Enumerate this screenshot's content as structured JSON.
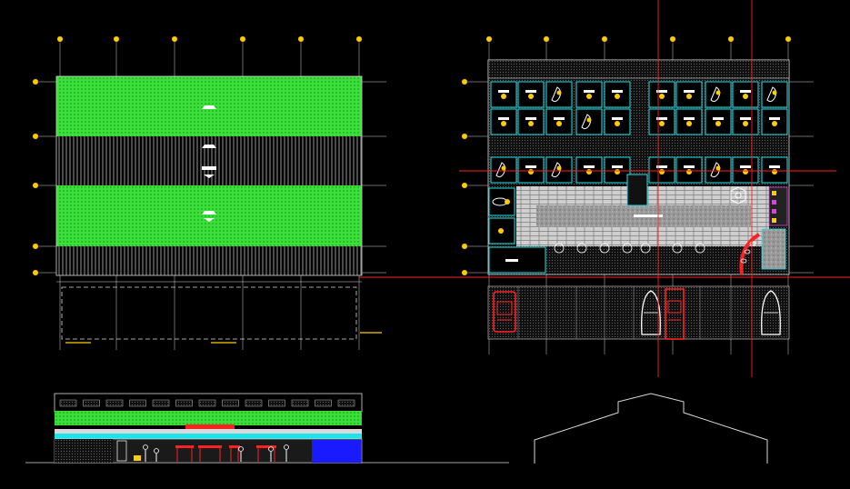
{
  "drawing": {
    "background": "#000000",
    "colors": {
      "line": "#d9d9d9",
      "roof": "#3adf3a",
      "cyan": "#1fe3ea",
      "red": "#ff2020",
      "blue": "#1a1aff",
      "yellow": "#ffcc00",
      "magenta": "#e040e0"
    },
    "left_plan_grid_labels": [
      "",
      "",
      "",
      "",
      "",
      ""
    ],
    "right_plan_grid_labels": [
      "",
      "",
      "",
      "",
      "",
      ""
    ],
    "row_labels": [
      "",
      "",
      "",
      "",
      ""
    ]
  },
  "views": [
    {
      "id": "roof-plan",
      "name": ""
    },
    {
      "id": "floor-plan",
      "name": ""
    },
    {
      "id": "front-elevation",
      "name": ""
    },
    {
      "id": "side-section",
      "name": ""
    }
  ]
}
